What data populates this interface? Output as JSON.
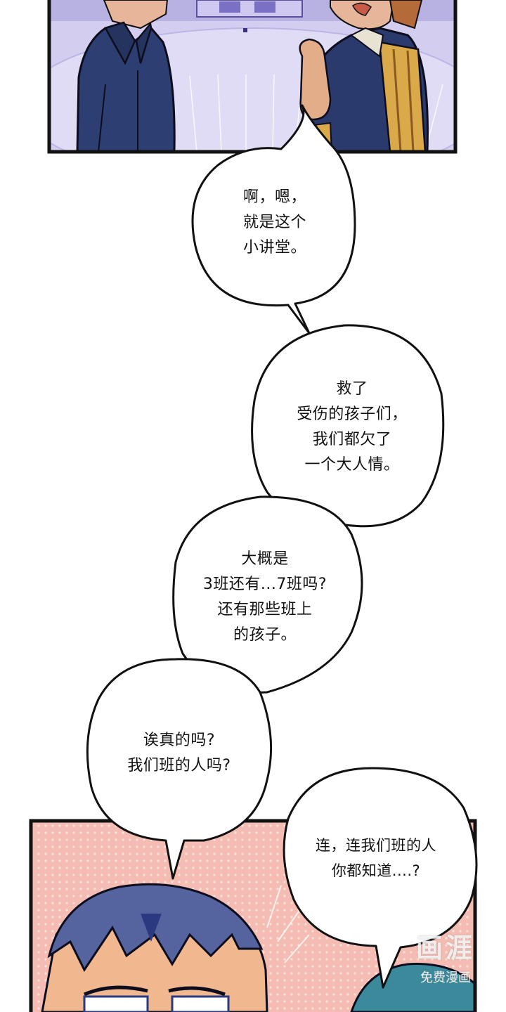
{
  "bubbles": [
    {
      "id": "b1",
      "lines": "啊，嗯，\n就是这个\n小讲堂。"
    },
    {
      "id": "b2",
      "lines": "救了\n受伤的孩子们，\n我们都欠了\n一个大人情。"
    },
    {
      "id": "b3",
      "lines": "大概是\n3班还有...7班吗?\n还有那些班上\n的孩子。"
    },
    {
      "id": "b4",
      "lines": "诶真的吗?\n我们班的人吗?"
    },
    {
      "id": "b5",
      "lines": "连，连我们班的人\n你都知道....?"
    }
  ],
  "watermark": {
    "logo": "画涯",
    "sub": "免费漫画"
  },
  "colors": {
    "panel_top_bg": "#c9c3ea",
    "panel_bottom_bg": "#f2b7ae",
    "ink": "#101010",
    "jacket_dark": "#2b3d73",
    "jacket_gold": "#d9a94a",
    "hair_blue": "#4f63b3"
  }
}
